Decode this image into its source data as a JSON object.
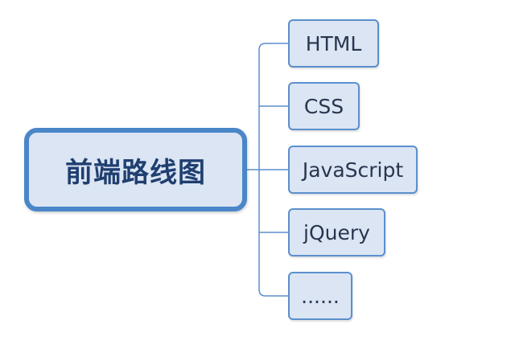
{
  "diagram": {
    "root": {
      "label": "前端路线图"
    },
    "children": [
      {
        "label": "HTML"
      },
      {
        "label": "CSS"
      },
      {
        "label": "JavaScript"
      },
      {
        "label": "jQuery"
      },
      {
        "label": "......"
      }
    ]
  },
  "colors": {
    "node_fill": "#dbe5f3",
    "root_border": "#4a86c8",
    "child_border": "#5b8fcd",
    "connector": "#5b8fcd",
    "root_text": "#1f3f70",
    "child_text": "#2a3550"
  }
}
